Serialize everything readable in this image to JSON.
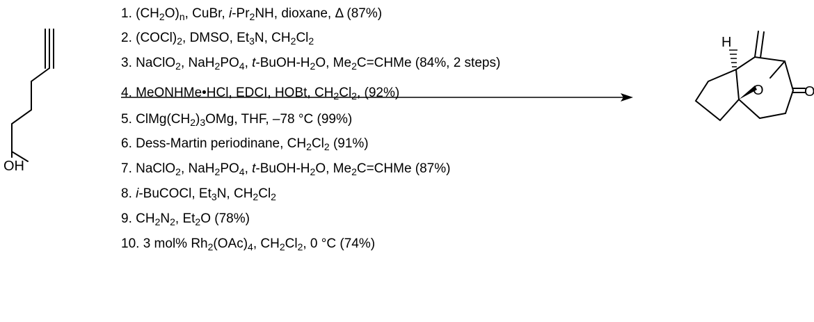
{
  "reaction": {
    "starting_material": {
      "atom_labels": {
        "hydroxyl": "OH"
      }
    },
    "product": {
      "atom_labels": {
        "hydrogen": "H",
        "bridge_oxygen": "O",
        "ketone_oxygen": "O"
      }
    },
    "arrow": {
      "direction": "right"
    },
    "steps": [
      {
        "num": "1. ",
        "parts": [
          [
            "t",
            "(CH"
          ],
          [
            "s",
            "2"
          ],
          [
            "t",
            "O)"
          ],
          [
            "s",
            "n"
          ],
          [
            "t",
            ", CuBr, "
          ],
          [
            "i",
            "i"
          ],
          [
            "t",
            "-Pr"
          ],
          [
            "s",
            "2"
          ],
          [
            "t",
            "NH, dioxane, Δ (87%)"
          ]
        ]
      },
      {
        "num": "2. ",
        "parts": [
          [
            "t",
            "(COCl)"
          ],
          [
            "s",
            "2"
          ],
          [
            "t",
            ", DMSO, Et"
          ],
          [
            "s",
            "3"
          ],
          [
            "t",
            "N, CH"
          ],
          [
            "s",
            "2"
          ],
          [
            "t",
            "Cl"
          ],
          [
            "s",
            "2"
          ]
        ]
      },
      {
        "num": "3. ",
        "parts": [
          [
            "t",
            "NaClO"
          ],
          [
            "s",
            "2"
          ],
          [
            "t",
            ", NaH"
          ],
          [
            "s",
            "2"
          ],
          [
            "t",
            "PO"
          ],
          [
            "s",
            "4"
          ],
          [
            "t",
            ", "
          ],
          [
            "i",
            "t"
          ],
          [
            "t",
            "-BuOH-H"
          ],
          [
            "s",
            "2"
          ],
          [
            "t",
            "O, Me"
          ],
          [
            "s",
            "2"
          ],
          [
            "t",
            "C=CHMe  (84%, 2 steps)"
          ]
        ]
      },
      {
        "num": "4. ",
        "parts": [
          [
            "t",
            "MeONHMe•HCl, EDCI, HOBt, CH"
          ],
          [
            "s",
            "2"
          ],
          [
            "t",
            "Cl"
          ],
          [
            "s",
            "2"
          ],
          [
            "t",
            ", (92%)"
          ]
        ]
      },
      {
        "num": "5. ",
        "parts": [
          [
            "t",
            "ClMg(CH"
          ],
          [
            "s",
            "2"
          ],
          [
            "t",
            ")"
          ],
          [
            "s",
            "3"
          ],
          [
            "t",
            "OMg, THF, –78 °C  (99%)"
          ]
        ]
      },
      {
        "num": "6. ",
        "parts": [
          [
            "t",
            "Dess-Martin periodinane, CH"
          ],
          [
            "s",
            "2"
          ],
          [
            "t",
            "Cl"
          ],
          [
            "s",
            "2"
          ],
          [
            "t",
            "  (91%)"
          ]
        ]
      },
      {
        "num": "7. ",
        "parts": [
          [
            "t",
            "NaClO"
          ],
          [
            "s",
            "2"
          ],
          [
            "t",
            ", NaH"
          ],
          [
            "s",
            "2"
          ],
          [
            "t",
            "PO"
          ],
          [
            "s",
            "4"
          ],
          [
            "t",
            ", "
          ],
          [
            "i",
            "t"
          ],
          [
            "t",
            "-BuOH-H"
          ],
          [
            "s",
            "2"
          ],
          [
            "t",
            "O, Me"
          ],
          [
            "s",
            "2"
          ],
          [
            "t",
            "C=CHMe  (87%)"
          ]
        ]
      },
      {
        "num": "8. ",
        "parts": [
          [
            "i",
            "i"
          ],
          [
            "t",
            "-BuCOCl, Et"
          ],
          [
            "s",
            "3"
          ],
          [
            "t",
            "N, CH"
          ],
          [
            "s",
            "2"
          ],
          [
            "t",
            "Cl"
          ],
          [
            "s",
            "2"
          ]
        ]
      },
      {
        "num": "9. ",
        "parts": [
          [
            "t",
            "CH"
          ],
          [
            "s",
            "2"
          ],
          [
            "t",
            "N"
          ],
          [
            "s",
            "2"
          ],
          [
            "t",
            ", Et"
          ],
          [
            "s",
            "2"
          ],
          [
            "t",
            "O  (78%)"
          ]
        ]
      },
      {
        "num": "10. ",
        "parts": [
          [
            "t",
            "3 mol% Rh"
          ],
          [
            "s",
            "2"
          ],
          [
            "t",
            "(OAc)"
          ],
          [
            "s",
            "4"
          ],
          [
            "t",
            ", CH"
          ],
          [
            "s",
            "2"
          ],
          [
            "t",
            "Cl"
          ],
          [
            "s",
            "2"
          ],
          [
            "t",
            ", 0 °C  (74%)"
          ]
        ]
      }
    ]
  }
}
